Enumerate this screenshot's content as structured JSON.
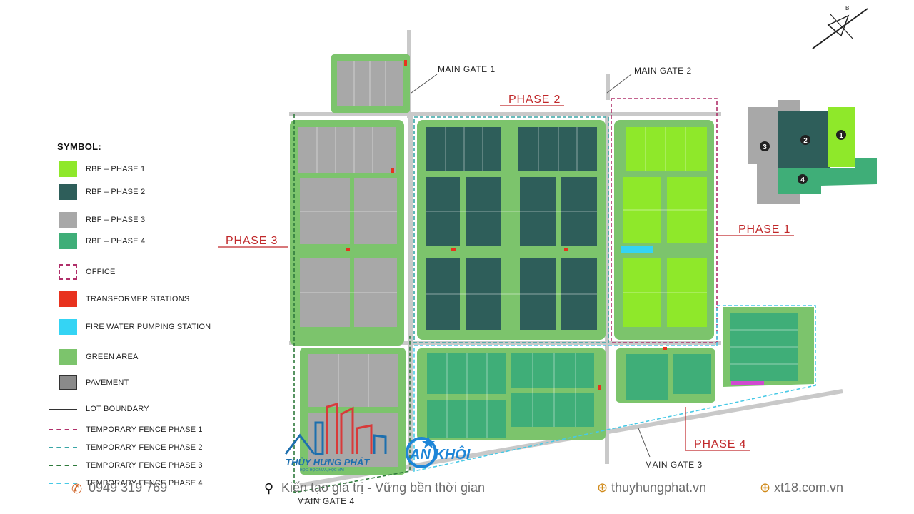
{
  "colors": {
    "phase1": "#8fe82a",
    "phase2": "#2e5e5a",
    "phase3": "#a8a8a8",
    "phase4": "#3fae78",
    "office": "#b0306a",
    "transformer": "#e8321e",
    "pump": "#34d4f4",
    "green": "#7cc46c",
    "pavement": "#8a8a8a",
    "fence1": "#b0306a",
    "fence2": "#39a6a6",
    "fence3": "#2f7a3c",
    "fence4": "#47c9e6"
  },
  "legend": {
    "title": "SYMBOL:",
    "items": [
      {
        "label": "RBF – PHASE 1",
        "kind": "fill",
        "color": "#8fe82a"
      },
      {
        "label": "RBF – PHASE 2",
        "kind": "fill",
        "color": "#2e5e5a"
      },
      {
        "label": "RBF – PHASE 3",
        "kind": "fill",
        "color": "#a8a8a8"
      },
      {
        "label": "RBF – PHASE 4",
        "kind": "fill",
        "color": "#3fae78"
      },
      {
        "label": "OFFICE",
        "kind": "dashed-box",
        "color": "#b0306a"
      },
      {
        "label": "TRANSFORMER STATIONS",
        "kind": "fill",
        "color": "#e8321e"
      },
      {
        "label": "FIRE WATER PUMPING STATION",
        "kind": "fill",
        "color": "#34d4f4"
      },
      {
        "label": "GREEN AREA",
        "kind": "fill",
        "color": "#7cc46c"
      },
      {
        "label": "PAVEMENT",
        "kind": "fill",
        "color": "#8a8a8a"
      },
      {
        "label": "LOT BOUNDARY",
        "kind": "line",
        "color": "#333333"
      },
      {
        "label": "TEMPORARY FENCE PHASE 1",
        "kind": "dash",
        "color": "#b0306a"
      },
      {
        "label": "TEMPORARY FENCE PHASE 2",
        "kind": "dash",
        "color": "#39a6a6"
      },
      {
        "label": "TEMPORARY FENCE PHASE 3",
        "kind": "dash",
        "color": "#2f7a3c"
      },
      {
        "label": "TEMPORARY FENCE PHASE 4",
        "kind": "dash",
        "color": "#47c9e6"
      }
    ]
  },
  "labels": {
    "main_gate_1": "MAIN GATE 1",
    "main_gate_2": "MAIN GATE 2",
    "main_gate_3": "MAIN GATE 3",
    "main_gate_4": "MAIN GATE 4",
    "phase_1": "PHASE 1",
    "phase_2": "PHASE 2",
    "phase_3": "PHASE 3",
    "phase_4": "PHASE 4",
    "compass": "B"
  },
  "keymap": {
    "n1": "1",
    "n2": "2",
    "n3": "3",
    "n4": "4"
  },
  "logos": {
    "thuy_hung_phat": "THỦY HƯNG PHÁT",
    "thuy_hung_phat_tagline": "HỌC, HỌC NỮA, HỌC MÃI",
    "an_khoi": "AN KHÔI"
  },
  "footer": {
    "phone": "0949 319 769",
    "slogan": "Kiến tạo giá trị - Vững bền thời gian",
    "site1": "thuyhungphat.vn",
    "site2": "xt18.com.vn"
  }
}
